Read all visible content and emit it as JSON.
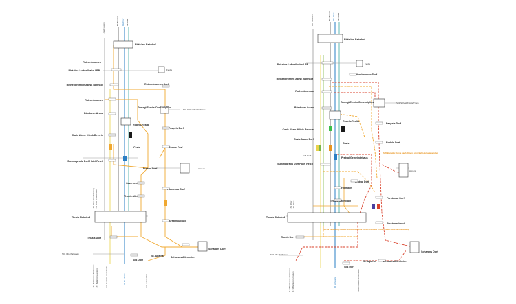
{
  "colors": {
    "orange_line": "#f0a830",
    "red_line": "#d9412b",
    "blue_line": "#2a7fc4",
    "teal_line": "#3aa7a0",
    "yellow_line": "#e9d24a",
    "green_line": "#7ab648",
    "gray_line": "#9a9a9a",
    "box_green": "#3bbf4a",
    "box_blue": "#2a7fc4",
    "box_purple": "#4a3fa0",
    "box_black": "#1a1a1a",
    "box_orange": "#e8941f",
    "box_red": "#d9412b",
    "box_brown": "#9a4a1a"
  },
  "left": {
    "top_labels": [
      "S1 Sisons",
      "RE Chur",
      "S2 Chur"
    ],
    "left_top": "1 Bad Luzein",
    "stations": {
      "rhazuens_bahnhof": "Rhäzüns Bahnhof",
      "rothenbrunnen": "Rothenbrunnen",
      "rhazuens_luftseil": "Rhäzüns Luftseilbahn LRP",
      "feldis": "Feldis",
      "rothenbrunnen_abzw": "Rothenbrunnen Abzw. Bahnhof",
      "rothenbrunnen_dorf": "Rothenbrunnen Dorf",
      "rothenbrunnen2": "Rothenbrunnen",
      "tomegl": "Tomegl/Tomils Cuncheiglias",
      "s01": "S01 Scheid/Feldis/Trans",
      "bonduner": "Bünduner Arena",
      "rodels": "Rodels-Realta",
      "paspels": "Paspels Dorf",
      "cazis_klinik": "Cazis Abzw. Klinik Beverin",
      "cazis": "Cazis",
      "rodels_dorf": "Rodels Dorf",
      "summaprada": "Summaprada Dorf/Hotel Reich",
      "pratval": "Pratval Dorf",
      "almens": "Almens",
      "carriemtraeen": "Cazernemaen",
      "thusis_altendrain": "Thusis Altendrain",
      "furstenau": "Fürstenau Dorf",
      "thusis_bahnhof": "Thusis Bahnhof",
      "thusis_dorf": "Thusis Dorf",
      "furstenaubruck": "Fürstenaubruck",
      "scharans_dorf": "Scharans Dorf",
      "sils_dorf": "Sils Dorf",
      "st_agatha": "St. Agatha",
      "scharans_alt": "Scharans Altenheim",
      "s01_ober": "S01 Oberhalbstein"
    },
    "bottom_labels": [
      "171 Bellinzona-Bellinzona",
      "171 Bellinzona Exkurs",
      "S41 Castiel/Lenzerheide",
      "IR St. Moritz",
      "S41 Zollweiche"
    ],
    "side_labels": [
      "170 Chur (Gastfahrten)",
      "171 Chur (Zusatzfahrt)"
    ]
  },
  "right": {
    "top_labels": [
      "100 Tavetsch",
      "S1 Sisons",
      "RE Chur",
      "S2 Chur"
    ],
    "stations": {
      "rhazuens_bahnhof": "Rhäzüns Bahnhof",
      "rhazuens_luftseil": "Rhäzüns Luftseilbahn LRP",
      "feldis": "Feldis",
      "rothenbrunnen_dorf": "Rothenbrunnen Dorf",
      "rothenbrunnen_abzw": "Rothenbrunnen Abzw. Bahnhof",
      "rothenbrunnen": "Rothenbrunnen",
      "tomegl": "Tomegl/Tomils Cuncheiglias",
      "s01": "S01 Scheid/Feldis/Trans",
      "bonduner": "Bünduner Arena",
      "rodels": "Rodels-Realta",
      "paspels": "Paspels Dorf",
      "cazis_klinik": "Cazis Abzw. Klinik Beverin",
      "cazis_abzw_dorf": "Cazis Abzw. Dorf",
      "cazis": "Cazis",
      "rodels_dorf": "Rodels Dorf",
      "summaprada": "Summaprada Dorf/Hotel Reich",
      "pratval_gem": "Pratval Gemeindehaus",
      "almens": "Almens",
      "s26": "S26 Pralt",
      "pratval_dorf": "Pratval Dorf",
      "carriemtraeen": "Cazernemaen",
      "furstenau": "Fürstenau Dorf",
      "thusis_altendrain": "Thusis Altendrain",
      "thusis_bahnhof": "Thusis Bahnhof",
      "furstenaubruck": "Fürstenaubruck",
      "thusis_dorf": "Thusis Dorf",
      "scharans_dorf": "Scharans Dorf",
      "sils_dorf": "Sils Dorf",
      "st_agatha": "St. Agatha",
      "scharans_alt": "Scharans Altenheim",
      "s01_ober": "S01 Oberhalbstein"
    },
    "note_orange": "S26 Bonaduz Kurve nach Almens zum Bahn.Schaltebendam",
    "note_orange2": "S26 für Verbindung Paspels Almens/Cazis(S1 & Dorfes Anschluss Ins Bahnstraße aus S-Bahnverbindung",
    "bottom_labels": [
      "171 Bellinzona-Bellinzona",
      "171 Bellinzona Exkurs",
      "IR St. Moritz",
      "S41 Castiel/Lenzerheide"
    ],
    "side_labels": [
      "171 Chur",
      "172 Chur"
    ]
  }
}
